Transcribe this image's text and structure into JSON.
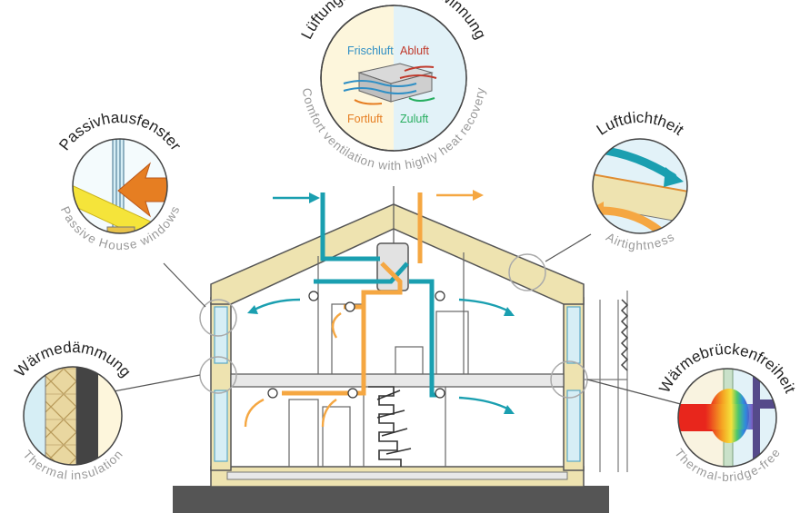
{
  "callouts": {
    "ventilation": {
      "title": "Lüftungswärmerückgewinnung",
      "subtitle": "Comfort ventilation with highly heat recovery",
      "labels": {
        "fresh": "Frischluft",
        "exhaust": "Abluft",
        "outgoing": "Fortluft",
        "supply": "Zuluft"
      }
    },
    "windows": {
      "title": "Passivhausfenster",
      "subtitle": "Passive House windows"
    },
    "airtightness": {
      "title": "Luftdichtheit",
      "subtitle": "Airtightness"
    },
    "insulation": {
      "title": "Wärmedämmung",
      "subtitle": "Thermal insulation"
    },
    "thermal_bridge": {
      "title": "Wärmebrückenfreiheit",
      "subtitle": "Thermal-bridge-free"
    }
  },
  "colors": {
    "fresh_air": "#1a9fb0",
    "exhaust_air": "#f5a742",
    "insulation": "#eee3b0",
    "ground": "#555555",
    "glass": "#d6eef5",
    "frischluft_label": "#2f8fc5",
    "abluft_label": "#c0392b",
    "fortluft_label": "#e67e22",
    "zuluft_label": "#27ae60"
  }
}
